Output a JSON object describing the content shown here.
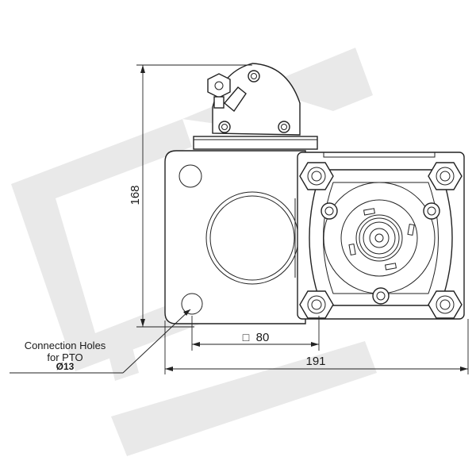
{
  "dimensions": {
    "height_value": "168",
    "square_symbol": "□",
    "square_value": "80",
    "width_value": "191"
  },
  "callout": {
    "line1": "Connection Holes",
    "line2": "for PTO",
    "line3": "Ø13"
  },
  "watermark": {
    "color": "#e9e9e9"
  },
  "colors": {
    "line": "#222222",
    "text": "#1a1a1a"
  }
}
